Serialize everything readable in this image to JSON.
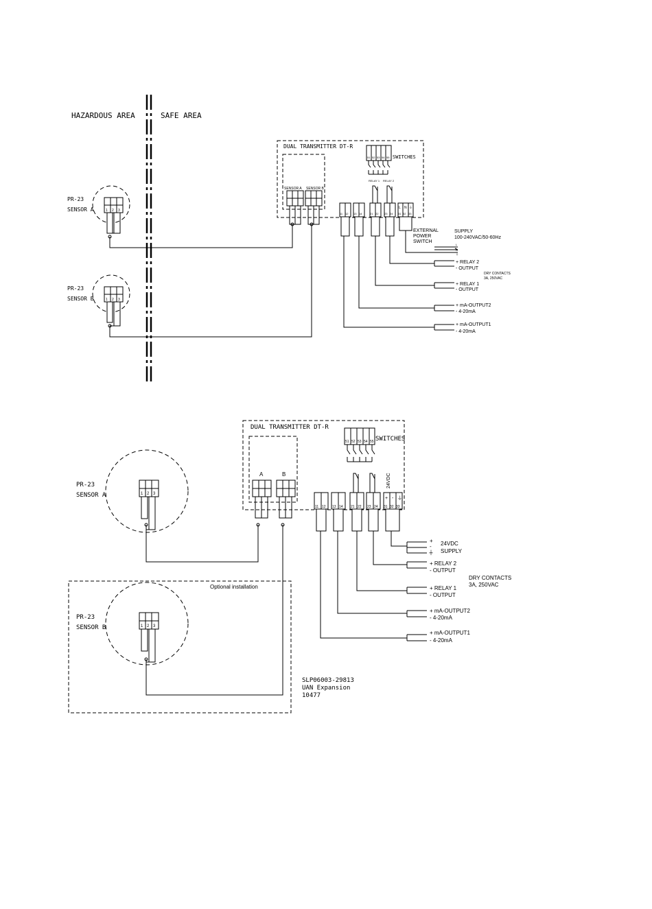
{
  "diagram1": {
    "hazardous_label": "HAZARDOUS AREA",
    "safe_label": "SAFE AREA",
    "transmitter_title": "DUAL TRANSMITTER DT-R",
    "switches_label": "SWITCHES",
    "switch_numbers": [
      "51",
      "52",
      "53",
      "54",
      "55"
    ],
    "sensor_a_header": "SENSOR A",
    "sensor_b_header": "SENSOR B",
    "relay1_header": "RELAY 1",
    "relay2_header": "RELAY 2",
    "terminals": {
      "out1": [
        "11",
        "12"
      ],
      "out2": [
        "13",
        "14"
      ],
      "relay1": [
        "21",
        "22"
      ],
      "relay2": [
        "23",
        "24"
      ],
      "power": [
        "31",
        "32",
        "33"
      ],
      "power_symbols": [
        "L",
        "N",
        "⏚"
      ]
    },
    "polarity": [
      "+",
      "-"
    ],
    "sensor_a": {
      "model": "PR-23",
      "name": "SENSOR A",
      "pins": [
        "1",
        "2",
        "3"
      ]
    },
    "sensor_b": {
      "model": "PR-23",
      "name": "SENSOR B",
      "pins": [
        "1",
        "2",
        "3"
      ]
    },
    "external_switch": [
      "EXTERNAL",
      "POWER",
      "SWITCH"
    ],
    "supply": {
      "title": "SUPPLY",
      "spec": "100-240VAC/50-60Hz",
      "lines": [
        "L",
        "N",
        "⏚"
      ]
    },
    "relay2_out": [
      "+ RELAY 2",
      "- OUTPUT"
    ],
    "dry_contacts": [
      "DRY CONTACTS",
      "3A, 250VAC"
    ],
    "relay1_out": [
      "+ RELAY 1",
      "- OUTPUT"
    ],
    "ma2_out": [
      "+ mA-OUTPUT2",
      "- 4-20mA"
    ],
    "ma1_out": [
      "+ mA-OUTPUT1",
      "- 4-20mA"
    ]
  },
  "diagram2": {
    "transmitter_title": "DUAL TRANSMITTER DT-R",
    "switches_label": "SWITCHES",
    "switch_numbers": [
      "51",
      "52",
      "53",
      "54",
      "55"
    ],
    "input_a": "A",
    "input_b": "B",
    "vdc_label": "24VDC",
    "terminals": {
      "out1": [
        "11",
        "12"
      ],
      "out2": [
        "13",
        "14"
      ],
      "relay1": [
        "21",
        "22"
      ],
      "relay2": [
        "23",
        "24"
      ],
      "power": [
        "31",
        "32",
        "33"
      ],
      "power_symbols": [
        "+",
        "-",
        "⏚"
      ]
    },
    "sensor_a": {
      "model": "PR-23",
      "name": "SENSOR A",
      "pins": [
        "1",
        "2",
        "3"
      ]
    },
    "sensor_b": {
      "model": "PR-23",
      "name": "SENSOR B",
      "pins": [
        "1",
        "2",
        "3"
      ]
    },
    "optional_label": "Optional installation",
    "supply": {
      "signs": [
        "+",
        "-",
        "⏚"
      ],
      "lines": [
        "24VDC",
        "SUPPLY"
      ]
    },
    "relay2_out": [
      "+ RELAY 2",
      "- OUTPUT"
    ],
    "dry_contacts": [
      "DRY CONTACTS",
      "3A, 250VAC"
    ],
    "relay1_out": [
      "+ RELAY 1",
      "- OUTPUT"
    ],
    "ma2_out": [
      "+ mA-OUTPUT2",
      "- 4-20mA"
    ],
    "ma1_out": [
      "+ mA-OUTPUT1",
      "- 4-20mA"
    ],
    "doc_ref": [
      "SLP06003-29813",
      "UAN Expansion",
      "10477"
    ]
  }
}
